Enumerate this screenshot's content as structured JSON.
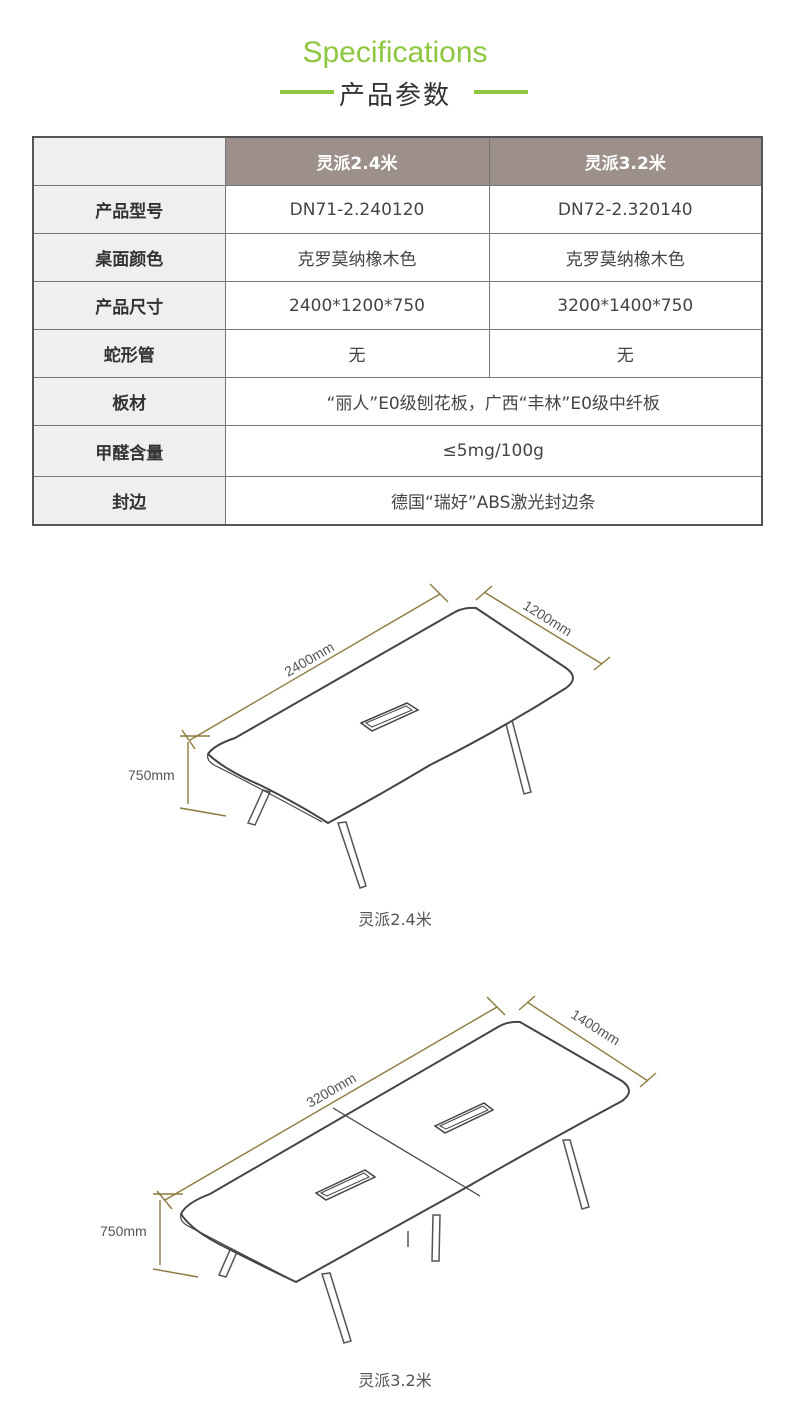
{
  "header": {
    "title_en": "Specifications",
    "title_cn": "产品参数"
  },
  "table": {
    "columns": [
      "灵派2.4米",
      "灵派3.2米"
    ],
    "rows": [
      {
        "label": "产品型号",
        "v1": "DN71-2.240120",
        "v2": "DN72-2.320140"
      },
      {
        "label": "桌面颜色",
        "v1": "克罗莫纳橡木色",
        "v2": "克罗莫纳橡木色"
      },
      {
        "label": "产品尺寸",
        "v1": "2400*1200*750",
        "v2": "3200*1400*750"
      },
      {
        "label": "蛇形管",
        "v1": "无",
        "v2": "无"
      },
      {
        "label": "板材",
        "span": "“丽人”E0级刨花板，广西“丰林”E0级中纤板"
      },
      {
        "label": "甲醛含量",
        "span": "≤5mg/100g"
      },
      {
        "label": "封边",
        "span": "德国“瑞好”ABS激光封边条"
      }
    ]
  },
  "diagrams": [
    {
      "caption": "灵派2.4米",
      "length": "2400mm",
      "width": "1200mm",
      "height": "750mm"
    },
    {
      "caption": "灵派3.2米",
      "length": "3200mm",
      "width": "1400mm",
      "height": "750mm"
    }
  ],
  "colors": {
    "accent_green": "#8ec63f",
    "header_bg": "#9d908b",
    "label_bg": "#efefef",
    "dimension_line": "#8b7a3e"
  }
}
